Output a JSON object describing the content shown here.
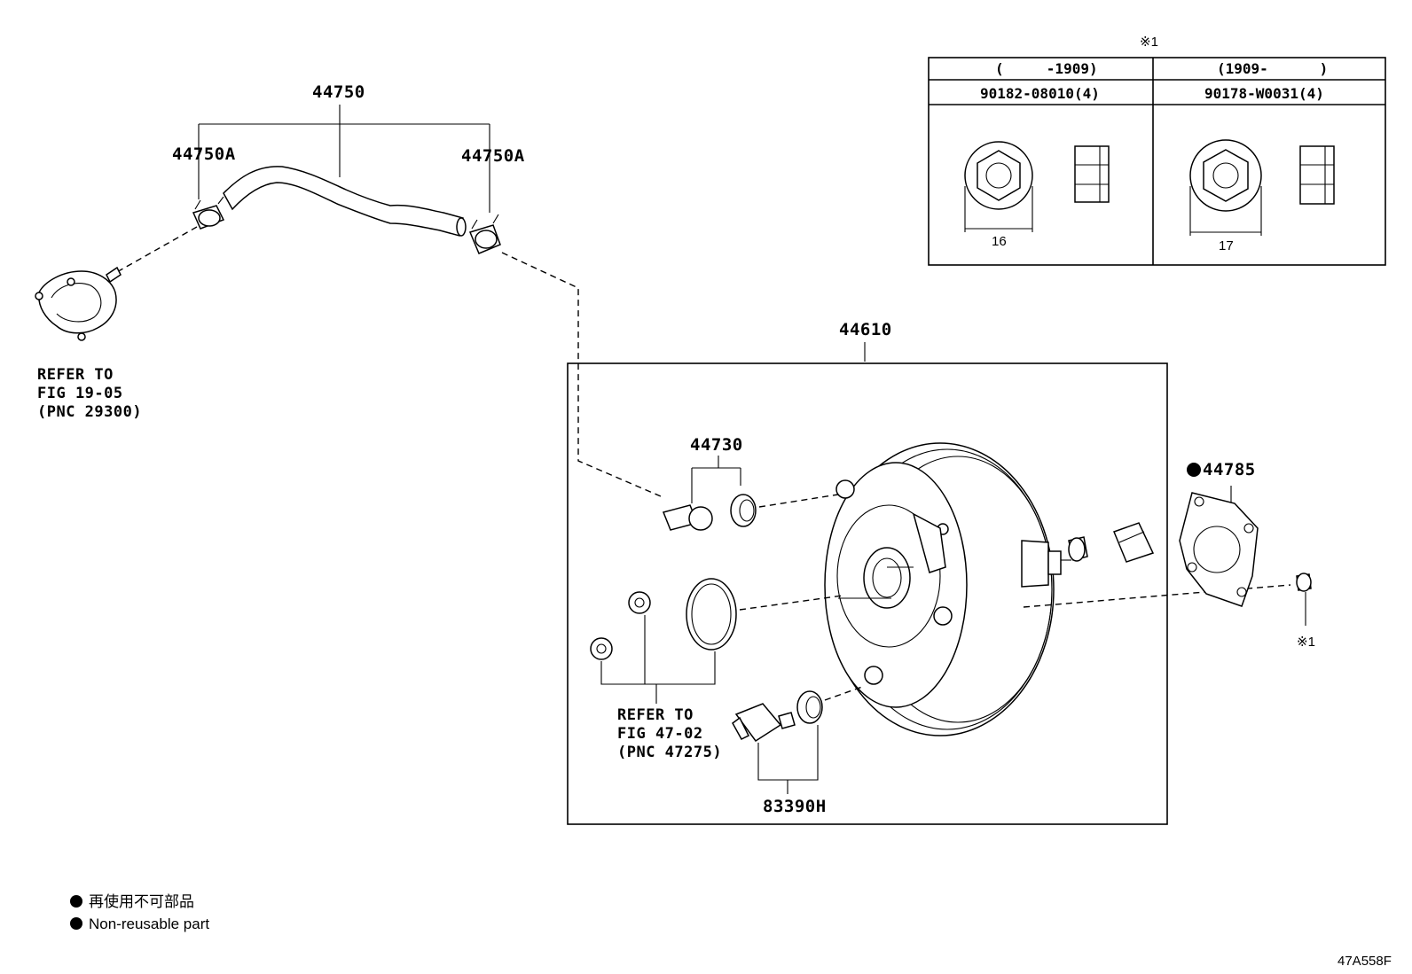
{
  "labels": {
    "hose_assy": "44750",
    "clip_left": "44750A",
    "clip_right": "44750A",
    "booster_assy": "44610",
    "check_valve": "44730",
    "gasket": "44785",
    "sensor": "83390H",
    "note_mark_top": "※1",
    "note_mark_nut": "※1"
  },
  "refs": {
    "pump": [
      "REFER TO",
      "FIG 19-05",
      "(PNC 29300)"
    ],
    "master_cyl": [
      "REFER TO",
      "FIG 47-02",
      "(PNC 47275)"
    ]
  },
  "table": {
    "col1_range": "(     -1909)",
    "col2_range": "(1909-      )",
    "col1_part": "90182-08010(4)",
    "col2_part": "90178-W0031(4)",
    "col1_size": "16",
    "col2_size": "17"
  },
  "legend": {
    "japanese": "再使用不可部品",
    "english": "Non-reusable part"
  },
  "figure_code": "47A558F"
}
